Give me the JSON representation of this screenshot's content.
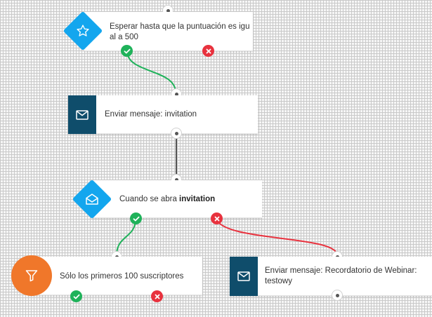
{
  "nodes": {
    "wait_score": {
      "text_line1": "Esperar hasta que la puntuación es igu",
      "text_line2": "al a 500",
      "icon": "star-icon"
    },
    "send_invitation": {
      "prefix": "Enviar mensaje: ",
      "message": "invitation",
      "icon": "envelope-icon"
    },
    "on_open": {
      "prefix": "Cuando se abra ",
      "message": "invitation",
      "icon": "envelope-open-icon"
    },
    "filter_first": {
      "text": "Sólo los primeros 100 suscriptores",
      "icon": "funnel-icon"
    },
    "send_reminder": {
      "text_line1": "Enviar mensaje: Recordatorio de Webinar:",
      "text_line2": "testowy",
      "icon": "envelope-icon"
    }
  },
  "colors": {
    "connector_yes": "#1fb25a",
    "connector_no": "#e8323e",
    "connector_plain": "#555555",
    "action_icon_bg": "#0f4d6b",
    "condition_icon_bg": "#13a6ee",
    "filter_icon_bg": "#f0772a"
  }
}
